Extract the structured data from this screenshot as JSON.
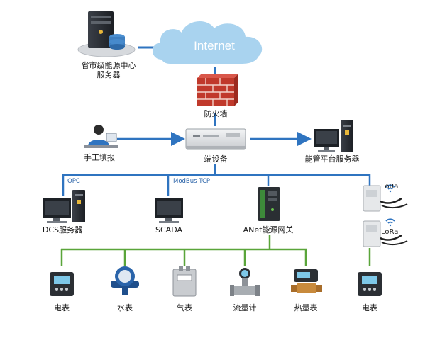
{
  "cloud": {
    "label": "Internet"
  },
  "top_server": {
    "line1": "省市级能源中心",
    "line2": "服务器"
  },
  "firewall": {
    "label": "防火墙"
  },
  "middle_row": {
    "manual": "手工填报",
    "terminal": "端设备",
    "platform": "能管平台服务器"
  },
  "bus": {
    "protocol_left": "OPC",
    "protocol_mid": "ModBus TCP"
  },
  "bus_nodes": {
    "dcs": "DCS服务器",
    "scada": "SCADA",
    "gateway": "ANet能源网关"
  },
  "lora": {
    "label_top": "LoRa",
    "label_bottom": "LoRa"
  },
  "meters": {
    "electric": "电表",
    "water": "水表",
    "gas": "气表",
    "flow": "流量计",
    "heat": "热量表",
    "electric_right": "电表"
  },
  "colors": {
    "bus_blue": "#2f74c0",
    "field_green": "#5aa53a",
    "cloud": "#a9d3ef",
    "brick": "#c0392b"
  }
}
